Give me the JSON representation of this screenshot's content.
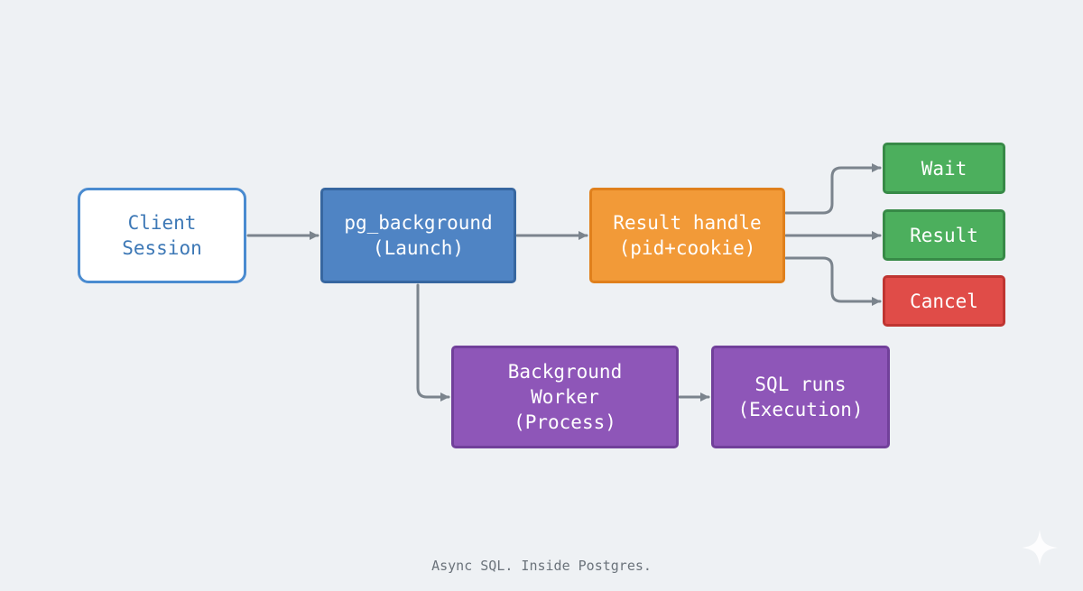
{
  "nodes": {
    "client": "Client\nSession",
    "launch": "pg_background\n(Launch)",
    "handle": "Result handle\n(pid+cookie)",
    "wait": "Wait",
    "result": "Result",
    "cancel": "Cancel",
    "worker": "Background\nWorker\n(Process)",
    "sql": "SQL runs\n(Execution)"
  },
  "tagline": "Async SQL. Inside Postgres.",
  "colors": {
    "background": "#eef1f4",
    "arrow": "#7b848d",
    "client_border": "#4a8bd0",
    "launch": "#4f84c4",
    "handle": "#f29a38",
    "success": "#4caf5d",
    "cancel": "#e04c48",
    "process": "#8e56b8"
  },
  "icons": {
    "watermark": "sparkle-icon"
  }
}
